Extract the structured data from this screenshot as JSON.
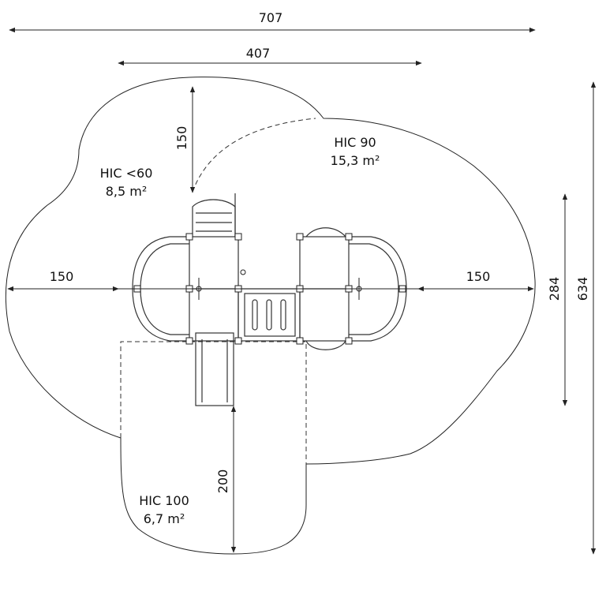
{
  "dimensions": {
    "total_width": "707",
    "structure_width": "407",
    "top_clearance": "150",
    "left_clearance": "150",
    "right_clearance": "150",
    "slide_clearance": "200",
    "structure_depth": "284",
    "total_depth": "634"
  },
  "zones": [
    {
      "name": "HIC <60",
      "area": "8,5 m²"
    },
    {
      "name": "HIC 90",
      "area": "15,3 m²"
    },
    {
      "name": "HIC 100",
      "area": "6,7 m²"
    }
  ],
  "colors": {
    "line": "#222222",
    "background": "#ffffff"
  }
}
